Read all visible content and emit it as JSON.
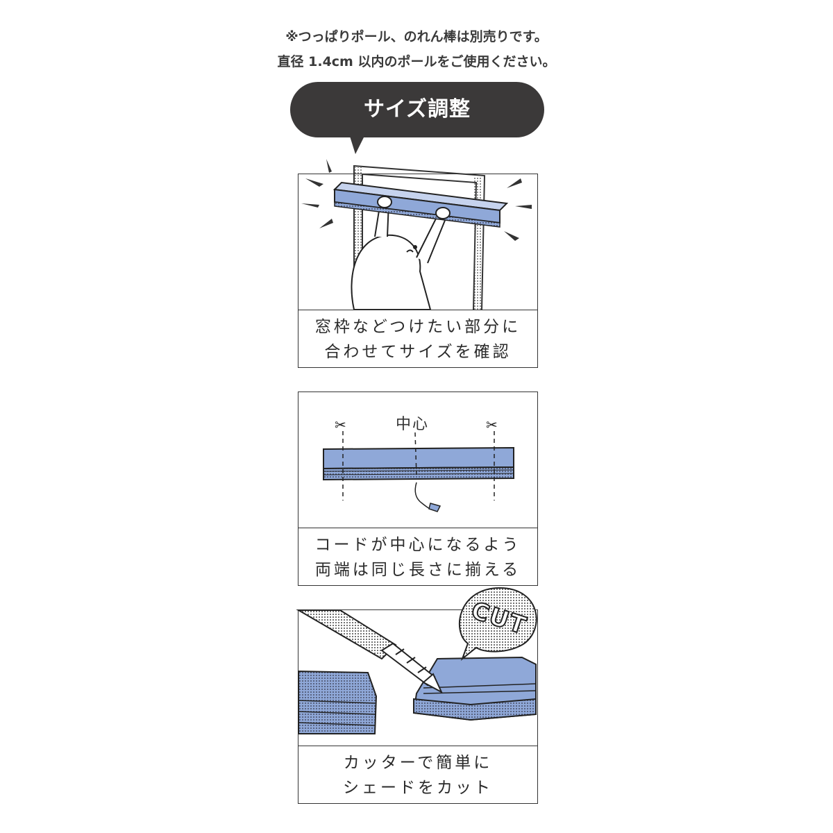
{
  "notice": {
    "line1": "※つっぱりポール、のれん棒は別売りです。",
    "line2": "直径 1.4cm 以内のポールをご使用ください。"
  },
  "bubble": {
    "title": "サイズ調整"
  },
  "panels": [
    {
      "caption_line1": "窓枠などつけたい部分に",
      "caption_line2": "合わせてサイズを確認"
    },
    {
      "center_label": "中心",
      "caption_line1": "コードが中心になるよう",
      "caption_line2": "両端は同じ長さに揃える"
    },
    {
      "cut_label": "CUT",
      "caption_line1": "カッターで簡単に",
      "caption_line2": "シェードをカット"
    }
  ],
  "colors": {
    "shade_blue": "#8fa8d8",
    "dark": "#3b3939"
  }
}
